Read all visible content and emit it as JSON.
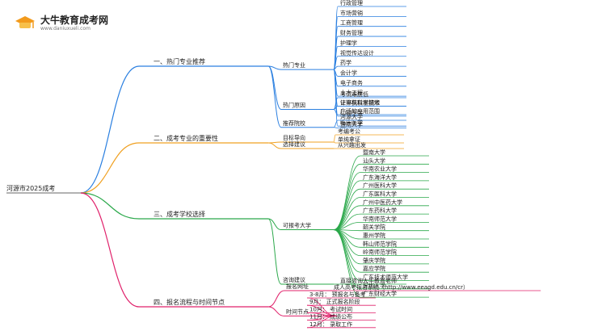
{
  "brand": {
    "name": "大牛教育成考网",
    "url": "www.daniuxueli.com"
  },
  "mindmap": {
    "root": "河源市2025成考",
    "sections": [
      {
        "label": "一、热门专业推荐",
        "color": "#2a7fe0",
        "groups": [
          {
            "label": "热门专业",
            "items": [
              "行政管理",
              "市场营销",
              "工商管理",
              "财务管理",
              "护理学",
              "视觉传达设计",
              "药学",
              "会计学",
              "电子商务",
              "土木工程",
              "计算机科学技术",
              "动物医学",
              "临床医学"
            ]
          },
          {
            "label": "热门原因",
            "items": [
              "考试难度低",
              "证书获取周期短",
              "广泛的应用范围"
            ]
          },
          {
            "label": "推荐院校",
            "items": [
              "河源大学",
              "暨南大学"
            ]
          }
        ]
      },
      {
        "label": "二、成考专业的重要性",
        "color": "#f0a020",
        "groups": [
          {
            "label": "目标导向",
            "items": [
              "考编考公",
              "单纯拿证"
            ]
          },
          {
            "label": "选择建议",
            "items": [
              "从兴趣出发"
            ]
          }
        ]
      },
      {
        "label": "三、成考学校选择",
        "color": "#2aa84a",
        "groups": [
          {
            "label": "可报考大学",
            "items": [
              "暨南大学",
              "汕头大学",
              "华南农业大学",
              "广东海洋大学",
              "广州医科大学",
              "广东医科大学",
              "广州中医药大学",
              "广东药科大学",
              "华南师范大学",
              "韶关学院",
              "惠州学院",
              "韩山师范学院",
              "岭南师范学院",
              "肇庆学院",
              "嘉应学院",
              "广东技术师范大学",
              "深圳大学",
              "广东财经大学"
            ]
          },
          {
            "label": "咨询建议",
            "items": [
              "直接咨询大牛教育老师"
            ]
          }
        ]
      },
      {
        "label": "四、报名流程与时间节点",
        "color": "#e0206a",
        "groups": [
          {
            "label": "报名网址",
            "items": [
              "成人高考报名系统（http://www.eeagd.edu.cn/cr）"
            ]
          },
          {
            "label": "时间节点",
            "items": [
              "3-8月：  预报名与备考",
              "9月：  正式报名阶段",
              "10月：  考试时间",
              "11月：  成绩公布",
              "12月：  录取工作"
            ]
          }
        ]
      }
    ]
  }
}
